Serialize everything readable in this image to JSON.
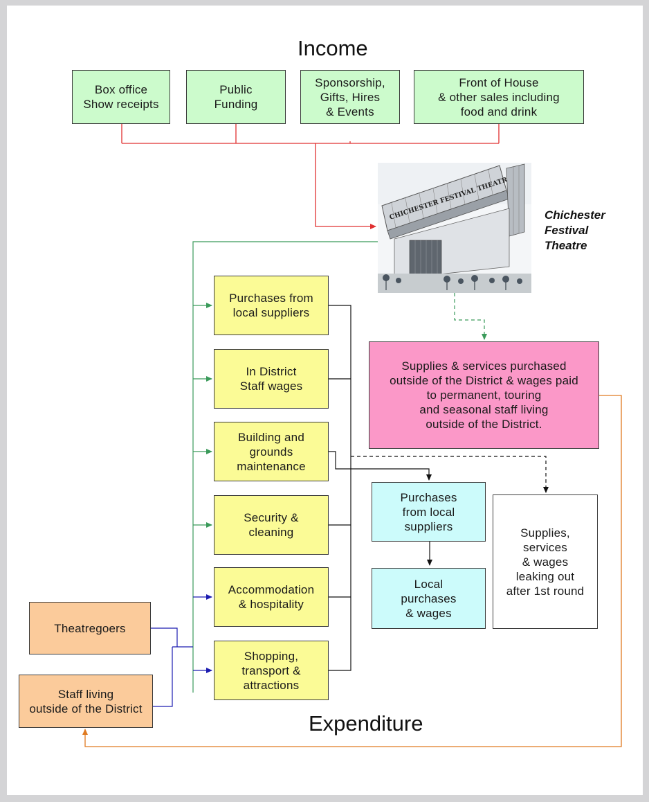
{
  "titles": {
    "income": "Income",
    "expenditure": "Expenditure"
  },
  "income_sources": [
    "Box office\nShow receipts",
    "Public\nFunding",
    "Sponsorship,\nGifts, Hires\n& Events",
    "Front of House\n& other sales including\nfood and drink"
  ],
  "theatre": {
    "label": "Chichester\nFestival\nTheatre",
    "sign_text": "CHICHESTER FESTIVAL THEATRE"
  },
  "outside_spend": "Supplies & services purchased\noutside of the District & wages paid\nto permanent, touring\nand seasonal staff living\noutside of the District.",
  "expenditure_items": [
    "Purchases from\nlocal suppliers",
    "In District\nStaff wages",
    "Building and\ngrounds\nmaintenance",
    "Security &\ncleaning",
    "Accommodation\n& hospitality",
    "Shopping,\ntransport &\nattractions"
  ],
  "second_round": {
    "purchases": "Purchases\nfrom local\nsuppliers",
    "local": "Local\npurchases\n& wages",
    "leakage": "Supplies,\nservices\n& wages\nleaking out\nafter 1st round"
  },
  "visitors": {
    "theatregoers": "Theatregoers",
    "staff_outside": "Staff living\noutside of the District"
  },
  "colors": {
    "income_box": "#ccfbcc",
    "expenditure_box": "#fbfb96",
    "outside_box": "#fb98c8",
    "local_box": "#ccfbfb",
    "visitor_box": "#fbcb9b",
    "income_line": "#e03030",
    "green_line": "#3a9a5a",
    "blue_line": "#1c1cb0",
    "orange_line": "#e07a20",
    "black_line": "#111111"
  }
}
